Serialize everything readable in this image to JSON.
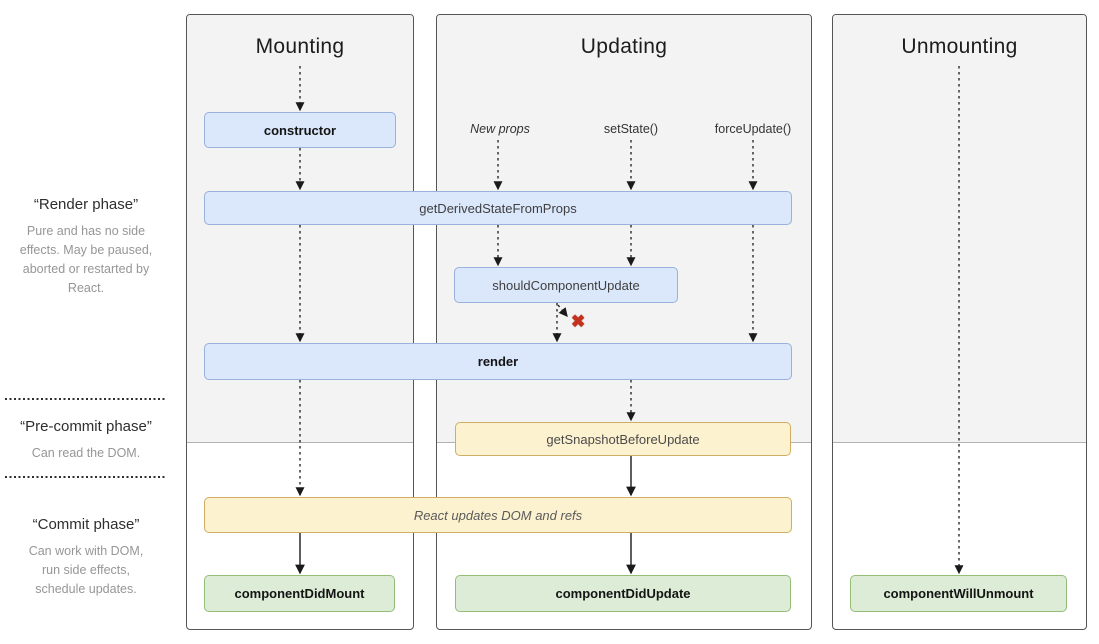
{
  "columns": [
    {
      "title": "Mounting"
    },
    {
      "title": "Updating"
    },
    {
      "title": "Unmounting"
    }
  ],
  "phases": [
    {
      "title": "“Render phase”",
      "description": "Pure and has no side effects. May be paused, aborted or restarted by React."
    },
    {
      "title": "“Pre-commit phase”",
      "description": "Can read the DOM."
    },
    {
      "title": "“Commit phase”",
      "description": "Can work with DOM, run side effects, schedule updates."
    }
  ],
  "triggers": [
    {
      "label": "New props"
    },
    {
      "label": "setState()"
    },
    {
      "label": "forceUpdate()"
    }
  ],
  "nodes": {
    "constructor": {
      "label": "constructor"
    },
    "getDerivedState": {
      "label": "getDerivedStateFromProps"
    },
    "shouldUpdate": {
      "label": "shouldComponentUpdate"
    },
    "render": {
      "label": "render"
    },
    "getSnapshot": {
      "label": "getSnapshotBeforeUpdate"
    },
    "reactUpdates": {
      "label": "React updates DOM and refs"
    },
    "componentDidMount": {
      "label": "componentDidMount"
    },
    "componentDidUpdate": {
      "label": "componentDidUpdate"
    },
    "componentWillUnmount": {
      "label": "componentWillUnmount"
    }
  },
  "icons": {
    "abort_cross": "✖"
  },
  "colors": {
    "box_blue_fill": "#dbe7fb",
    "box_blue_border": "#9ab0dd",
    "box_yellow_fill": "#fdf2d0",
    "box_yellow_border": "#cfae63",
    "box_green_fill": "#ddecd6",
    "box_green_border": "#94bd78",
    "column_bg": "#f3f3f3",
    "column_border": "#555555",
    "abort_cross": "#c5301c"
  }
}
